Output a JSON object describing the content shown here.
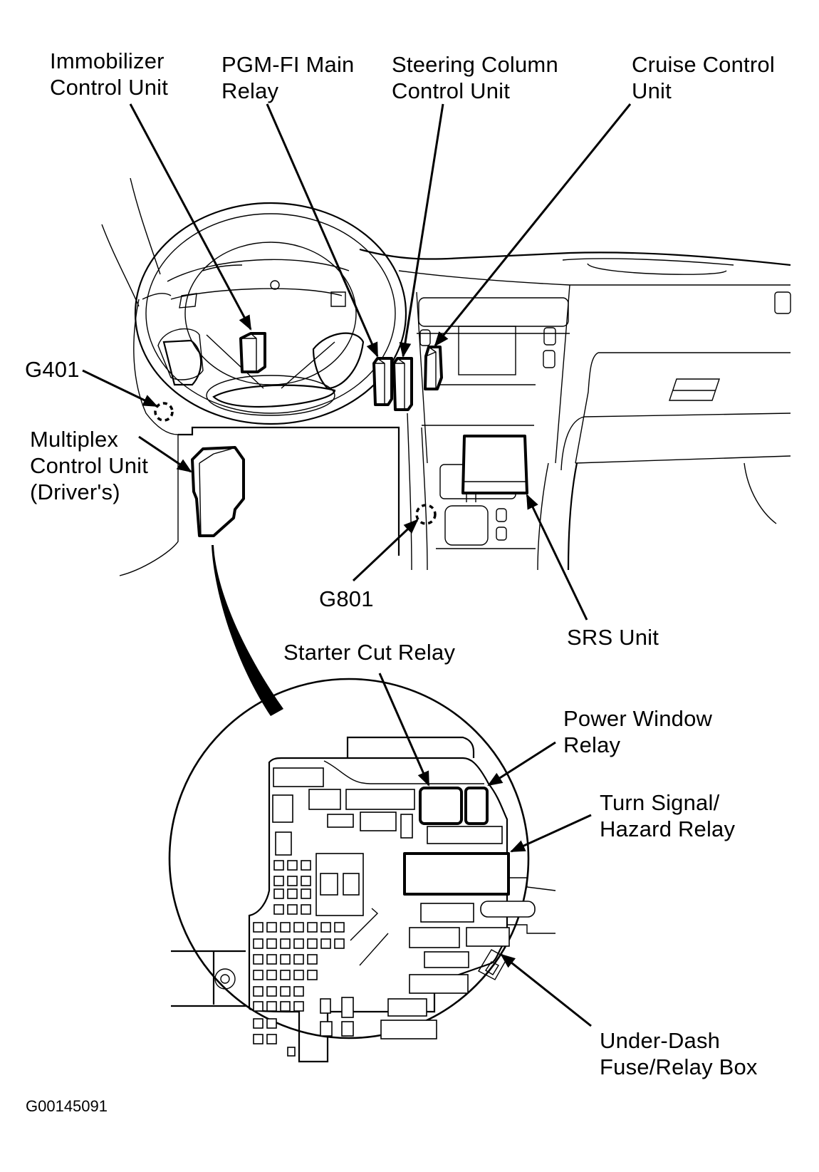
{
  "figure_id": "G00145091",
  "labels": {
    "immobilizer": [
      "Immobilizer",
      "Control Unit"
    ],
    "pgm_fi": [
      "PGM-FI Main",
      "Relay"
    ],
    "steering_column": [
      "Steering Column",
      "Control Unit"
    ],
    "cruise_control": [
      "Cruise Control",
      "Unit"
    ],
    "g401": "G401",
    "multiplex": [
      "Multiplex",
      "Control Unit",
      "(Driver's)"
    ],
    "g801": "G801",
    "srs": "SRS Unit",
    "starter_cut": "Starter Cut Relay",
    "power_window": [
      "Power Window",
      "Relay"
    ],
    "turn_signal": [
      "Turn Signal/",
      "Hazard Relay"
    ],
    "under_dash": [
      "Under-Dash",
      "Fuse/Relay Box"
    ]
  },
  "colors": {
    "line": "#000000",
    "background": "#ffffff"
  }
}
